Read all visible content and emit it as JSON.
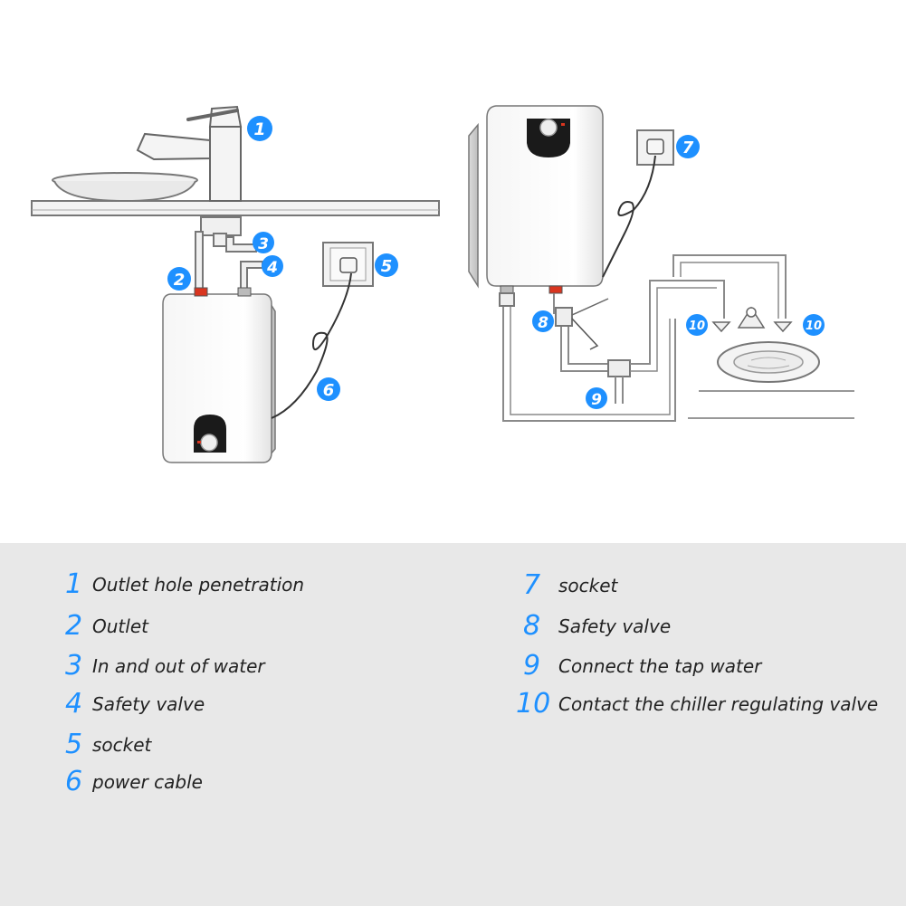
{
  "colors": {
    "badge_blue": "#1e90ff",
    "legend_background": "#e8e8e8",
    "line_gray": "#8a8a8a",
    "outline": "#555555"
  },
  "badges": {
    "b1": "1",
    "b2": "2",
    "b3": "3",
    "b4": "4",
    "b5": "5",
    "b6": "6",
    "b7": "7",
    "b8": "8",
    "b9": "9",
    "b10a": "10",
    "b10b": "10"
  },
  "legend": {
    "left": [
      {
        "number": "1",
        "label": "Outlet hole penetration"
      },
      {
        "number": "2",
        "label": "Outlet"
      },
      {
        "number": "3",
        "label": "In and out of water"
      },
      {
        "number": "4",
        "label": "Safety valve"
      },
      {
        "number": "5",
        "label": "socket"
      },
      {
        "number": "6",
        "label": "power cable"
      }
    ],
    "right": [
      {
        "number": "7",
        "label": "socket"
      },
      {
        "number": "8",
        "label": "Safety valve"
      },
      {
        "number": "9",
        "label": "Connect the tap water"
      },
      {
        "number": "10",
        "label": "Contact the chiller regulating valve"
      }
    ]
  }
}
